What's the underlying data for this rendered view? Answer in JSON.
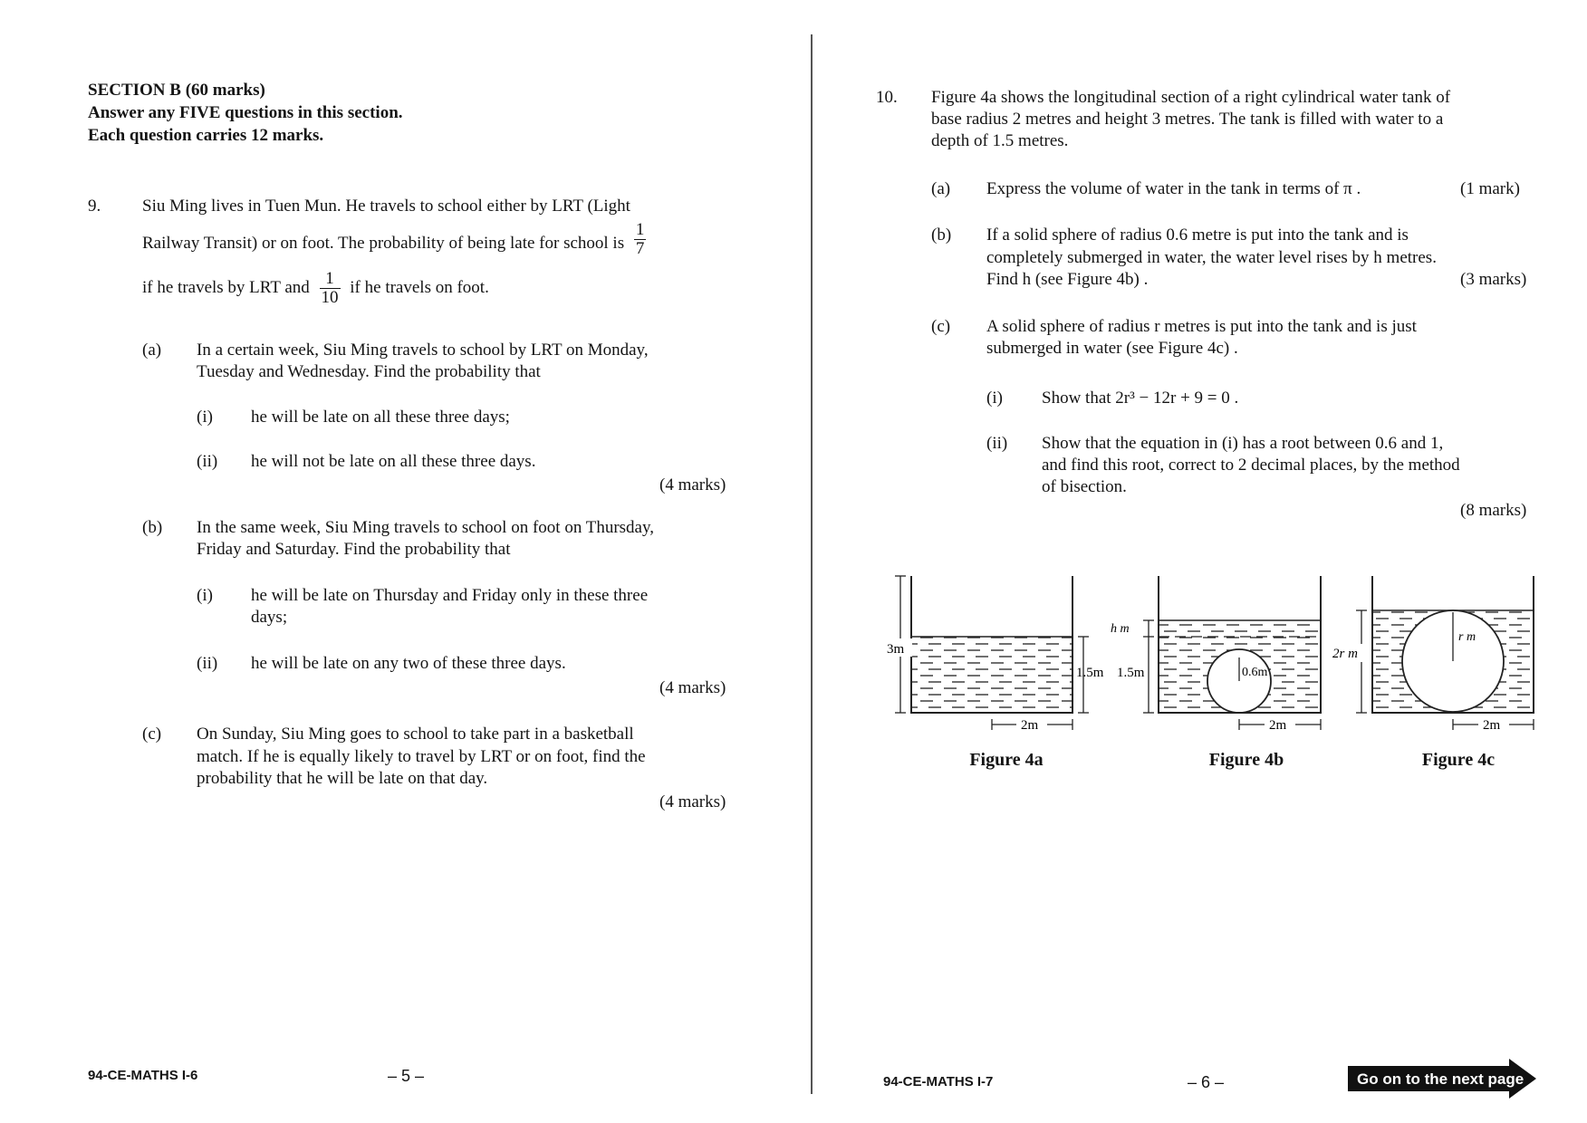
{
  "left_page": {
    "section_title": "SECTION B (60 marks)",
    "instruction_1": "Answer any FIVE questions in this section.",
    "instruction_2": "Each question carries 12 marks.",
    "q9": {
      "number": "9.",
      "line1": "Siu Ming lives in Tuen Mun.  He travels to school either by LRT (Light",
      "line2": "Railway Transit) or on foot.  The probability of being late for school is",
      "frac1_num": "1",
      "frac1_den": "7",
      "line3a": "if he travels by LRT and",
      "frac2_num": "1",
      "frac2_den": "10",
      "line3b": "if he travels on foot.",
      "a_label": "(a)",
      "a_line1": "In a certain week, Siu Ming travels to school by LRT on Monday,",
      "a_line2": "Tuesday and Wednesday.  Find the probability that",
      "a_i_label": "(i)",
      "a_i_text": "he will be late on all these three days;",
      "a_ii_label": "(ii)",
      "a_ii_text": "he will not be late on all these three days.",
      "a_marks": "(4 marks)",
      "b_label": "(b)",
      "b_line1": "In the same week, Siu Ming travels to school on foot on Thursday,",
      "b_line2": "Friday and Saturday.  Find the probability that",
      "b_i_label": "(i)",
      "b_i_line1": "he will be late on Thursday and Friday only in these three",
      "b_i_line2": "days;",
      "b_ii_label": "(ii)",
      "b_ii_text": "he will be late on any two of these three days.",
      "b_marks": "(4 marks)",
      "c_label": "(c)",
      "c_line1": "On Sunday, Siu Ming goes to school to take part in a basketball",
      "c_line2": "match.  If he is equally likely to travel by LRT or on foot, find the",
      "c_line3": "probability that he will be late on that day.",
      "c_marks": "(4 marks)"
    },
    "footer_code": "94-CE-MATHS I-6",
    "page_number": "– 5 –"
  },
  "right_page": {
    "q10": {
      "number": "10.",
      "line1": "Figure 4a shows the longitudinal section of a right cylindrical water tank of",
      "line2": "base radius 2 metres and height 3 metres.  The tank is filled with water to a",
      "line3": "depth of 1.5 metres.",
      "a_label": "(a)",
      "a_text": "Express the volume of water in the tank in terms of  π .",
      "a_marks": "(1 mark)",
      "b_label": "(b)",
      "b_line1": "If a solid sphere of radius 0.6 metre is put into the tank and is",
      "b_line2": "completely submerged in water, the water level rises by  h  metres.",
      "b_line3": "Find  h  (see Figure 4b) .",
      "b_marks": "(3 marks)",
      "c_label": "(c)",
      "c_line1": "A solid sphere of radius r metres is put into the tank and is just",
      "c_line2": "submerged in water (see Figure 4c) .",
      "c_i_label": "(i)",
      "c_i_text": "Show that  2r³ − 12r + 9 = 0 .",
      "c_ii_label": "(ii)",
      "c_ii_line1": "Show that the equation in (i) has a root between 0.6 and 1,",
      "c_ii_line2": "and find this root, correct to 2 decimal places, by the method",
      "c_ii_line3": "of bisection.",
      "c_marks": "(8 marks)"
    },
    "figures": {
      "fig4a": {
        "caption": "Figure 4a",
        "height_label": "3m",
        "depth_label": "1.5m",
        "radius_label": "2m"
      },
      "fig4b": {
        "caption": "Figure 4b",
        "rise_label": "h m",
        "depth_label": "1.5m",
        "sphere_label": "0.6m",
        "radius_label": "2m"
      },
      "fig4c": {
        "caption": "Figure 4c",
        "height_label": "2r m",
        "sphere_label": "r m",
        "radius_label": "2m"
      }
    },
    "footer_code": "94-CE-MATHS I-7",
    "page_number": "– 6 –",
    "next_page_label": "Go on to the next page"
  }
}
